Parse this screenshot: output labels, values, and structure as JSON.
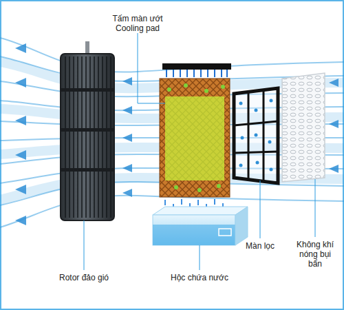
{
  "diagram": {
    "labels": [
      "Tấm màn ướt",
      "Cooling pad",
      "Màn lọc",
      "Không khí nóng bụi bẩn",
      "Rotor đảo gió",
      "Hộc chứa nước"
    ]
  }
}
